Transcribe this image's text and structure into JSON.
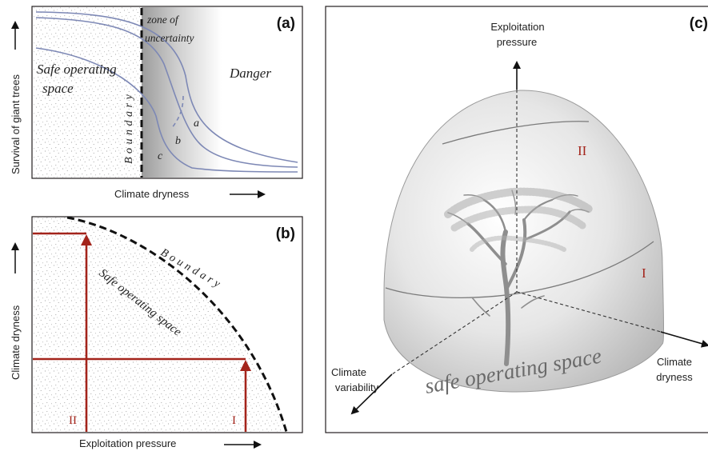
{
  "panel_a": {
    "label": "(a)",
    "y_axis_label": "Survival of giant trees",
    "x_axis_label": "Climate dryness",
    "safe_line1": "Safe operating",
    "safe_line2": "space",
    "danger": "Danger",
    "zone_line1": "zone of",
    "zone_line2": "uncertainty",
    "boundary": "Boundary",
    "curve_a": "a",
    "curve_b": "b",
    "curve_c": "c"
  },
  "panel_b": {
    "label": "(b)",
    "y_axis_label": "Climate dryness",
    "x_axis_label": "Exploitation pressure",
    "boundary": "Boundary",
    "safe_space": "Safe operating space",
    "marker_one": "I",
    "marker_two": "II"
  },
  "panel_c": {
    "label": "(c)",
    "axis_top_line1": "Exploitation",
    "axis_top_line2": "pressure",
    "axis_left_line1": "Climate",
    "axis_left_line2": "variability",
    "axis_right_line1": "Climate",
    "axis_right_line2": "dryness",
    "safe_space": "safe operating space",
    "marker_one": "I",
    "marker_two": "II"
  },
  "colors": {
    "red": "#a3241b",
    "curve_blue": "#7d88b5",
    "frame": "#231f20"
  }
}
